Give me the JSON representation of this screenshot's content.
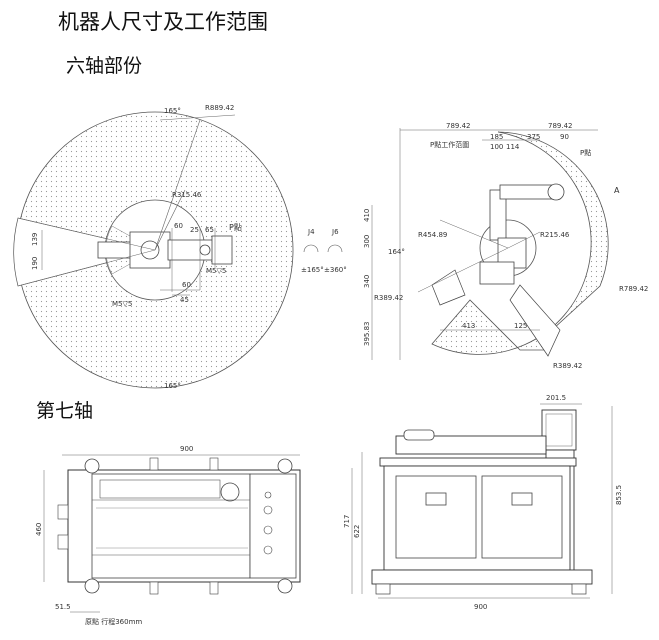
{
  "header": {
    "title": "机器人尺寸及工作范围",
    "six_axis": "六轴部份",
    "seventh_axis": "第七轴"
  },
  "top_view": {
    "angle_top": "165°",
    "angle_bottom": "165°",
    "r_outer": "R889.42",
    "r_inner": "R315.46",
    "dims": [
      "139",
      "190",
      "60",
      "25",
      "65",
      "60",
      "45"
    ],
    "p_point": "P點",
    "m5_right": "M5▽5",
    "m5_left": "M5▽5",
    "j4_label": "J4",
    "j6_label": "J6",
    "j4_range": "±165°",
    "j6_range": "±360°"
  },
  "side_view": {
    "dim_top_left": "789.42",
    "dim_top_right": "789.42",
    "dim_185": "185",
    "dim_375": "375",
    "dim_100": "100",
    "dim_114": "114",
    "dim_90": "90",
    "p_range": "P點工作范圍",
    "p_point": "P點",
    "arrow_a": "A",
    "r454": "R454.89",
    "r215": "R215.46",
    "r389_left": "R389.42",
    "r789": "R789.42",
    "r389_bottom": "R389.42",
    "dim_410": "410",
    "dim_300": "300",
    "dim_340": "340",
    "dim_395": "395.83",
    "dim_413": "413",
    "dim_125": "125",
    "angle_164": "164°"
  },
  "seventh_top": {
    "width": "900",
    "height": "460",
    "offset": "51.5",
    "note": "原點 行程360mm"
  },
  "seventh_front": {
    "dim_201": "201.5",
    "dim_853": "853.5",
    "dim_717": "717",
    "dim_622": "622",
    "width": "900"
  }
}
